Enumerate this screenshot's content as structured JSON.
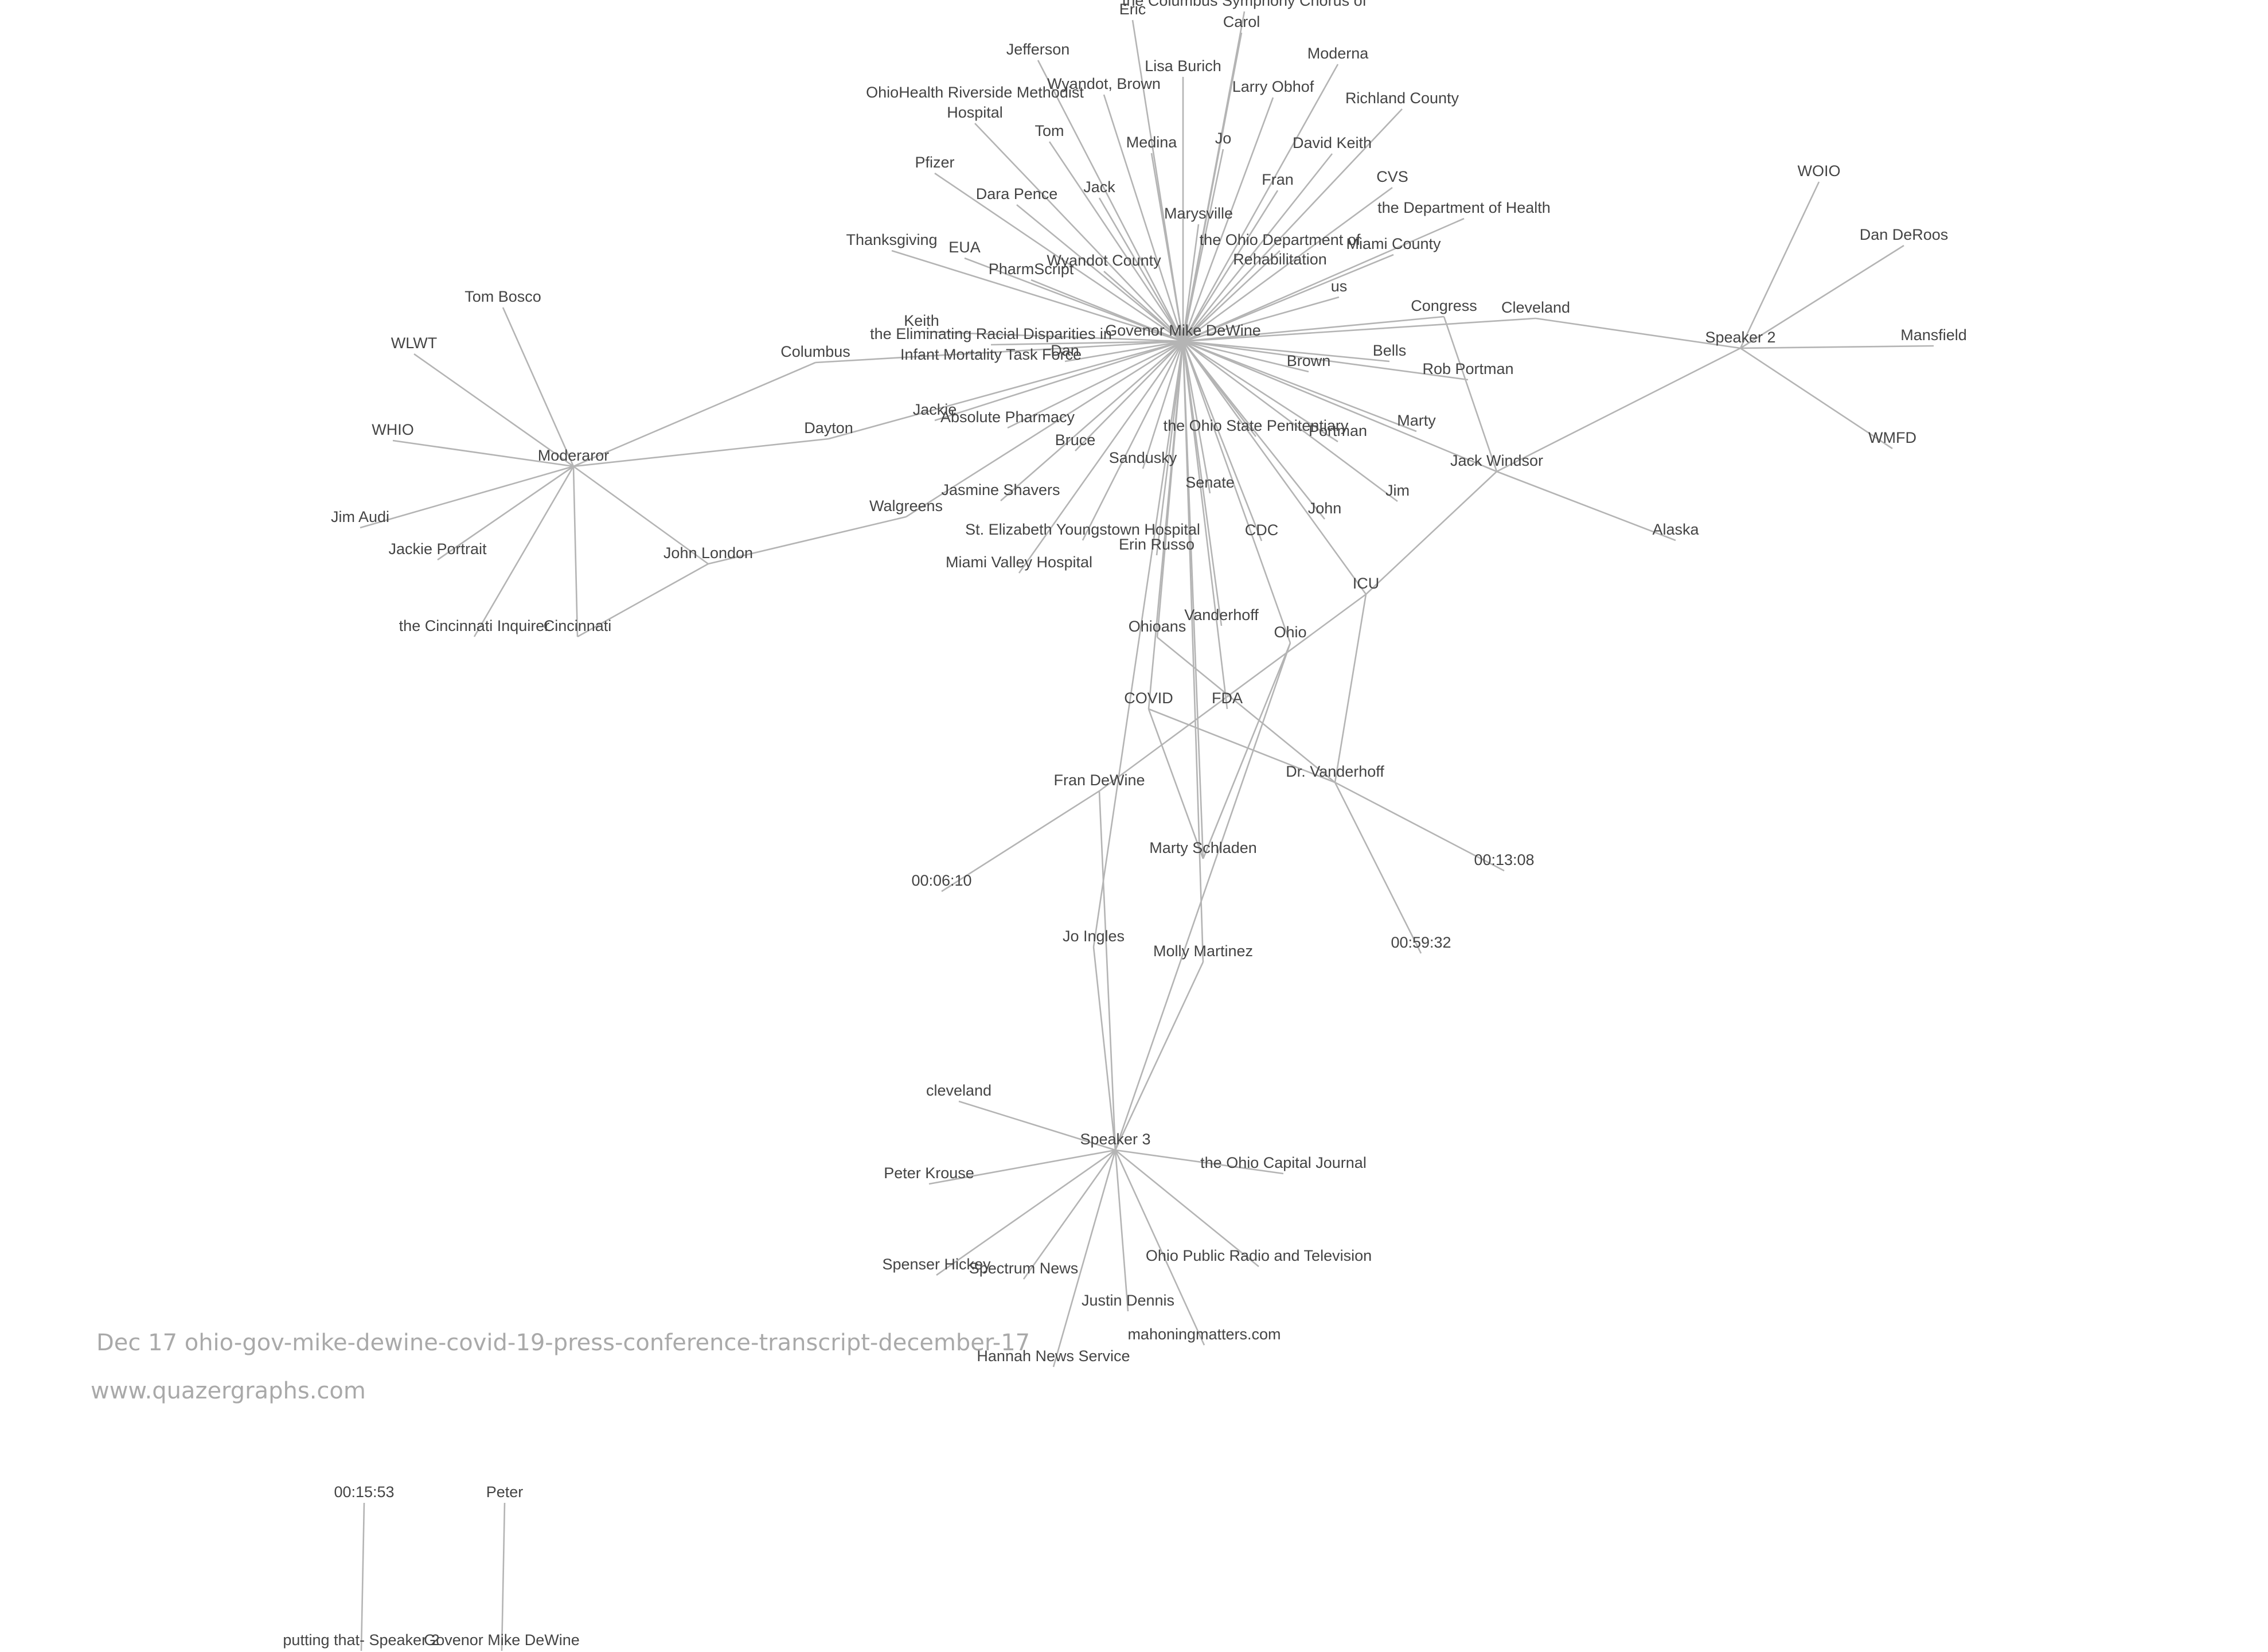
{
  "caption": {
    "title": "Dec 17 ohio-gov-mike-dewine-covid-19-press-conference-transcript-december-17",
    "site": "www.quazergraphs.com"
  },
  "graph": {
    "nodes": [
      {
        "id": "dewine",
        "label": "Govenor Mike DeWine"
      },
      {
        "id": "symphony",
        "label": "the Columbus Symphony Chorus of"
      },
      {
        "id": "eric",
        "label": "Eric"
      },
      {
        "id": "carol",
        "label": "Carol"
      },
      {
        "id": "jefferson",
        "label": "Jefferson"
      },
      {
        "id": "lisa",
        "label": "Lisa Burich"
      },
      {
        "id": "moderna",
        "label": "Moderna"
      },
      {
        "id": "wyandotbrown",
        "label": "Wyandot, Brown"
      },
      {
        "id": "larry",
        "label": "Larry Obhof"
      },
      {
        "id": "ohiohealth",
        "label": "OhioHealth Riverside Methodist"
      },
      {
        "id": "hospital",
        "label": "Hospital"
      },
      {
        "id": "richland",
        "label": "Richland County"
      },
      {
        "id": "tom",
        "label": "Tom"
      },
      {
        "id": "medina",
        "label": "Medina"
      },
      {
        "id": "jo",
        "label": "Jo"
      },
      {
        "id": "davidkeith",
        "label": "David Keith"
      },
      {
        "id": "pfizer",
        "label": "Pfizer"
      },
      {
        "id": "fran",
        "label": "Fran"
      },
      {
        "id": "cvs",
        "label": "CVS"
      },
      {
        "id": "jack",
        "label": "Jack"
      },
      {
        "id": "darapence",
        "label": "Dara Pence"
      },
      {
        "id": "depthealth",
        "label": "the Department of Health"
      },
      {
        "id": "marysville",
        "label": "Marysville"
      },
      {
        "id": "ohiodept",
        "label": "the Ohio Department of"
      },
      {
        "id": "rehab",
        "label": "Rehabilitation"
      },
      {
        "id": "miami",
        "label": "Miami County"
      },
      {
        "id": "thanksgiving",
        "label": "Thanksgiving"
      },
      {
        "id": "eua",
        "label": "EUA"
      },
      {
        "id": "wyandotcounty",
        "label": "Wyandot County"
      },
      {
        "id": "pharmscript",
        "label": "PharmScript"
      },
      {
        "id": "us",
        "label": "us"
      },
      {
        "id": "keith",
        "label": "Keith"
      },
      {
        "id": "eliminating",
        "label": "the Eliminating Racial Disparities in"
      },
      {
        "id": "infant",
        "label": "Infant Mortality Task Force"
      },
      {
        "id": "dan",
        "label": "Dan"
      },
      {
        "id": "congress",
        "label": "Congress"
      },
      {
        "id": "cleveland",
        "label": "Cleveland"
      },
      {
        "id": "bells",
        "label": "Bells"
      },
      {
        "id": "brown",
        "label": "Brown"
      },
      {
        "id": "robportman",
        "label": "Rob Portman"
      },
      {
        "id": "columbus",
        "label": "Columbus"
      },
      {
        "id": "dayton",
        "label": "Dayton"
      },
      {
        "id": "jackie",
        "label": "Jackie"
      },
      {
        "id": "absolute",
        "label": "Absolute Pharmacy"
      },
      {
        "id": "penitentiary",
        "label": "the Ohio State Penitentiary"
      },
      {
        "id": "portman",
        "label": "Portman"
      },
      {
        "id": "marty",
        "label": "Marty"
      },
      {
        "id": "bruce",
        "label": "Bruce"
      },
      {
        "id": "sandusky",
        "label": "Sandusky"
      },
      {
        "id": "senate",
        "label": "Senate"
      },
      {
        "id": "jim",
        "label": "Jim"
      },
      {
        "id": "jasmine",
        "label": "Jasmine Shavers"
      },
      {
        "id": "walgreens",
        "label": "Walgreens"
      },
      {
        "id": "john",
        "label": "John"
      },
      {
        "id": "stelizabeth",
        "label": "St. Elizabeth Youngstown Hospital"
      },
      {
        "id": "cdc",
        "label": "CDC"
      },
      {
        "id": "erinrusso",
        "label": "Erin Russo"
      },
      {
        "id": "miamivalley",
        "label": "Miami Valley Hospital"
      },
      {
        "id": "icu",
        "label": "ICU"
      },
      {
        "id": "vanderhoff",
        "label": "Vanderhoff"
      },
      {
        "id": "ohioans",
        "label": "Ohioans"
      },
      {
        "id": "ohio",
        "label": "Ohio"
      },
      {
        "id": "covid",
        "label": "COVID"
      },
      {
        "id": "fda",
        "label": "FDA"
      },
      {
        "id": "drvanderhoff",
        "label": "Dr. Vanderhoff"
      },
      {
        "id": "frandewine",
        "label": "Fran DeWine"
      },
      {
        "id": "martyschladen",
        "label": "Marty Schladen"
      },
      {
        "id": "t1308",
        "label": "00:13:08"
      },
      {
        "id": "t0610",
        "label": "00:06:10"
      },
      {
        "id": "t5932",
        "label": "00:59:32"
      },
      {
        "id": "joingles",
        "label": "Jo Ingles"
      },
      {
        "id": "mollymartinez",
        "label": "Molly Martinez"
      },
      {
        "id": "jackwindsor",
        "label": "Jack Windsor"
      },
      {
        "id": "alaska",
        "label": "Alaska"
      },
      {
        "id": "speaker2",
        "label": "Speaker 2"
      },
      {
        "id": "woio",
        "label": "WOIO"
      },
      {
        "id": "danderoos",
        "label": "Dan DeRoos"
      },
      {
        "id": "mansfield",
        "label": "Mansfield"
      },
      {
        "id": "wmfd",
        "label": "WMFD"
      },
      {
        "id": "moderaror",
        "label": "Moderaror"
      },
      {
        "id": "tombosco",
        "label": "Tom Bosco"
      },
      {
        "id": "wlwt",
        "label": "WLWT"
      },
      {
        "id": "whio",
        "label": "WHIO"
      },
      {
        "id": "jimaudi",
        "label": "Jim Audi"
      },
      {
        "id": "jackieportrait",
        "label": "Jackie Portrait"
      },
      {
        "id": "cincinnatiinq",
        "label": "the Cincinnati Inquirer"
      },
      {
        "id": "cincinnati",
        "label": "Cincinnati"
      },
      {
        "id": "johnlondon",
        "label": "John London"
      },
      {
        "id": "speaker3",
        "label": "Speaker 3"
      },
      {
        "id": "clevelandlc",
        "label": "cleveland"
      },
      {
        "id": "peterkrouse",
        "label": "Peter Krouse"
      },
      {
        "id": "capitaljournal",
        "label": "the Ohio Capital Journal"
      },
      {
        "id": "spenser",
        "label": "Spenser Hickey"
      },
      {
        "id": "spectrum",
        "label": "Spectrum News"
      },
      {
        "id": "publicradio",
        "label": "Ohio Public Radio and Television"
      },
      {
        "id": "justin",
        "label": "Justin Dennis"
      },
      {
        "id": "mahoning",
        "label": "mahoningmatters.com"
      },
      {
        "id": "hannah",
        "label": "Hannah News Service"
      },
      {
        "id": "t1553",
        "label": "00:15:53"
      },
      {
        "id": "peter",
        "label": "Peter"
      },
      {
        "id": "puttingthat",
        "label": "putting that- Speaker 2"
      },
      {
        "id": "dewine2",
        "label": "Govenor Mike DeWine"
      }
    ],
    "edges": [
      [
        "dewine",
        "symphony"
      ],
      [
        "dewine",
        "eric"
      ],
      [
        "dewine",
        "carol"
      ],
      [
        "dewine",
        "jefferson"
      ],
      [
        "dewine",
        "lisa"
      ],
      [
        "dewine",
        "moderna"
      ],
      [
        "dewine",
        "wyandotbrown"
      ],
      [
        "dewine",
        "larry"
      ],
      [
        "dewine",
        "hospital"
      ],
      [
        "dewine",
        "richland"
      ],
      [
        "dewine",
        "tom"
      ],
      [
        "dewine",
        "medina"
      ],
      [
        "dewine",
        "jo"
      ],
      [
        "dewine",
        "davidkeith"
      ],
      [
        "dewine",
        "pfizer"
      ],
      [
        "dewine",
        "fran"
      ],
      [
        "dewine",
        "cvs"
      ],
      [
        "dewine",
        "jack"
      ],
      [
        "dewine",
        "darapence"
      ],
      [
        "dewine",
        "depthealth"
      ],
      [
        "dewine",
        "marysville"
      ],
      [
        "dewine",
        "ohiodept"
      ],
      [
        "dewine",
        "miami"
      ],
      [
        "dewine",
        "thanksgiving"
      ],
      [
        "dewine",
        "eua"
      ],
      [
        "dewine",
        "wyandotcounty"
      ],
      [
        "dewine",
        "pharmscript"
      ],
      [
        "dewine",
        "us"
      ],
      [
        "dewine",
        "keith"
      ],
      [
        "dewine",
        "eliminating"
      ],
      [
        "dewine",
        "dan"
      ],
      [
        "dewine",
        "congress"
      ],
      [
        "dewine",
        "cleveland"
      ],
      [
        "dewine",
        "bells"
      ],
      [
        "dewine",
        "brown"
      ],
      [
        "dewine",
        "robportman"
      ],
      [
        "dewine",
        "columbus"
      ],
      [
        "dewine",
        "dayton"
      ],
      [
        "dewine",
        "jackie"
      ],
      [
        "dewine",
        "absolute"
      ],
      [
        "dewine",
        "penitentiary"
      ],
      [
        "dewine",
        "portman"
      ],
      [
        "dewine",
        "marty"
      ],
      [
        "dewine",
        "bruce"
      ],
      [
        "dewine",
        "sandusky"
      ],
      [
        "dewine",
        "senate"
      ],
      [
        "dewine",
        "jim"
      ],
      [
        "dewine",
        "jasmine"
      ],
      [
        "dewine",
        "walgreens"
      ],
      [
        "dewine",
        "john"
      ],
      [
        "dewine",
        "stelizabeth"
      ],
      [
        "dewine",
        "cdc"
      ],
      [
        "dewine",
        "erinrusso"
      ],
      [
        "dewine",
        "miamivalley"
      ],
      [
        "dewine",
        "icu"
      ],
      [
        "dewine",
        "vanderhoff"
      ],
      [
        "dewine",
        "ohioans"
      ],
      [
        "dewine",
        "ohio"
      ],
      [
        "dewine",
        "covid"
      ],
      [
        "dewine",
        "fda"
      ],
      [
        "dewine",
        "jackwindsor"
      ],
      [
        "dewine",
        "joingles"
      ],
      [
        "dewine",
        "mollymartinez"
      ],
      [
        "dewine",
        "martyschladen"
      ],
      [
        "congress",
        "jackwindsor"
      ],
      [
        "jackwindsor",
        "speaker2"
      ],
      [
        "jackwindsor",
        "alaska"
      ],
      [
        "jackwindsor",
        "icu"
      ],
      [
        "icu",
        "frandewine"
      ],
      [
        "icu",
        "drvanderhoff"
      ],
      [
        "cleveland",
        "speaker2"
      ],
      [
        "speaker2",
        "woio"
      ],
      [
        "speaker2",
        "danderoos"
      ],
      [
        "speaker2",
        "mansfield"
      ],
      [
        "speaker2",
        "wmfd"
      ],
      [
        "ohioans",
        "drvanderhoff"
      ],
      [
        "covid",
        "drvanderhoff"
      ],
      [
        "covid",
        "martyschladen"
      ],
      [
        "drvanderhoff",
        "t1308"
      ],
      [
        "drvanderhoff",
        "t5932"
      ],
      [
        "frandewine",
        "t0610"
      ],
      [
        "ohio",
        "martyschladen"
      ],
      [
        "ohio",
        "speaker3"
      ],
      [
        "frandewine",
        "speaker3"
      ],
      [
        "joingles",
        "speaker3"
      ],
      [
        "mollymartinez",
        "speaker3"
      ],
      [
        "speaker3",
        "clevelandlc"
      ],
      [
        "speaker3",
        "peterkrouse"
      ],
      [
        "speaker3",
        "capitaljournal"
      ],
      [
        "speaker3",
        "spenser"
      ],
      [
        "speaker3",
        "spectrum"
      ],
      [
        "speaker3",
        "publicradio"
      ],
      [
        "speaker3",
        "justin"
      ],
      [
        "speaker3",
        "mahoning"
      ],
      [
        "speaker3",
        "hannah"
      ],
      [
        "moderaror",
        "columbus"
      ],
      [
        "moderaror",
        "dayton"
      ],
      [
        "moderaror",
        "tombosco"
      ],
      [
        "moderaror",
        "wlwt"
      ],
      [
        "moderaror",
        "whio"
      ],
      [
        "moderaror",
        "jimaudi"
      ],
      [
        "moderaror",
        "jackieportrait"
      ],
      [
        "moderaror",
        "cincinnatiinq"
      ],
      [
        "moderaror",
        "cincinnati"
      ],
      [
        "moderaror",
        "johnlondon"
      ],
      [
        "johnlondon",
        "walgreens"
      ],
      [
        "johnlondon",
        "cincinnati"
      ],
      [
        "t1553",
        "puttingthat"
      ],
      [
        "peter",
        "dewine2"
      ]
    ]
  }
}
